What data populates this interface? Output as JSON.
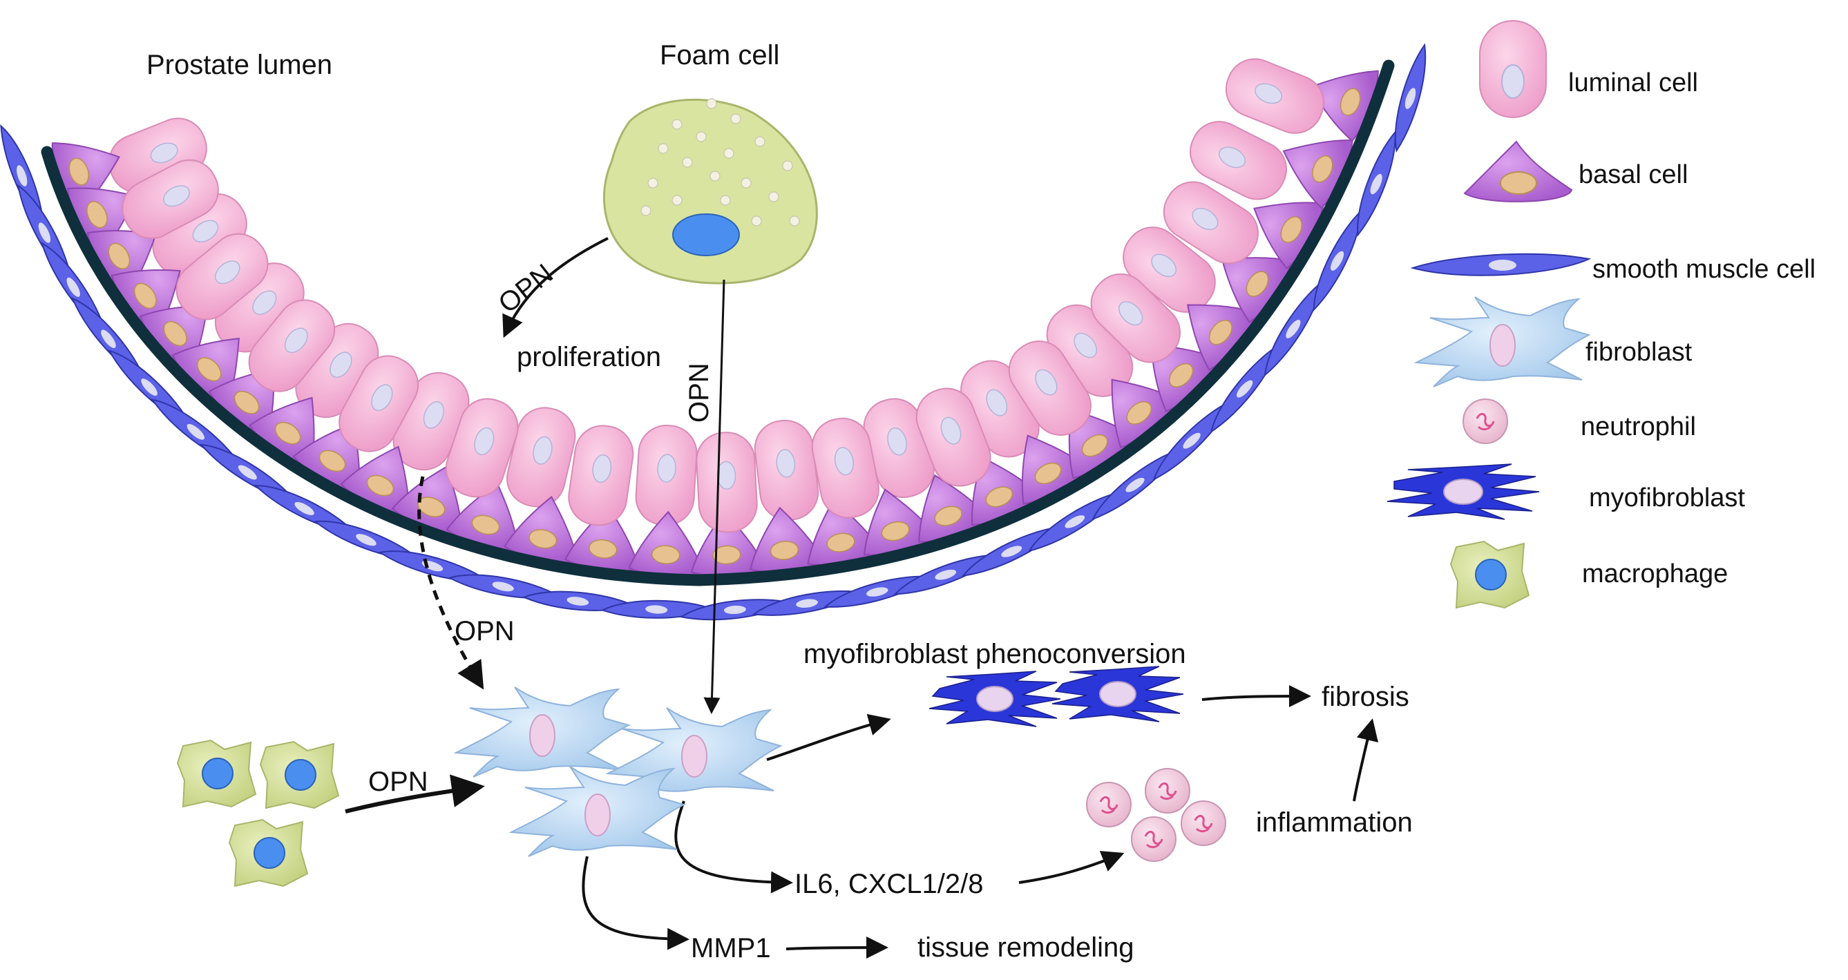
{
  "labels": {
    "lumen": "Prostate lumen",
    "foam": "Foam cell",
    "opn_foam_arrow": "OPN",
    "proliferation": "proliferation",
    "opn_vertical": "OPN",
    "opn_dashed": "OPN",
    "opn_macrophage": "OPN",
    "myo_pheno": "myofibroblast phenoconversion",
    "fibrosis": "fibrosis",
    "inflammation": "inflammation",
    "cytokines": "IL6, CXCL1/2/8",
    "mmp1": "MMP1",
    "tissue_remodeling": "tissue remodeling"
  },
  "legend": [
    {
      "key": "luminal",
      "label": "luminal cell"
    },
    {
      "key": "basal",
      "label": "basal cell"
    },
    {
      "key": "smooth",
      "label": "smooth muscle cell"
    },
    {
      "key": "fibroblast",
      "label": "fibroblast"
    },
    {
      "key": "neutrophil",
      "label": "neutrophil"
    },
    {
      "key": "myofibroblast",
      "label": "myofibroblast"
    },
    {
      "key": "macrophage",
      "label": "macrophage"
    }
  ],
  "colors": {
    "luminal": "#f6b5d6",
    "luminal_nucleus": "#dcdcf2",
    "basal": "#c77de0",
    "basal_nucleus": "#e7c18f",
    "smooth": "#5b62e8",
    "membrane": "#0f2f3c",
    "fibroblast": "#b9d7f2",
    "neutrophil": "#f3cfe0",
    "myofibroblast": "#2a36d8",
    "macrophage": "#d7e39e",
    "macrophage_nucleus": "#4a8ff0",
    "foam": "#d8e4a0"
  }
}
